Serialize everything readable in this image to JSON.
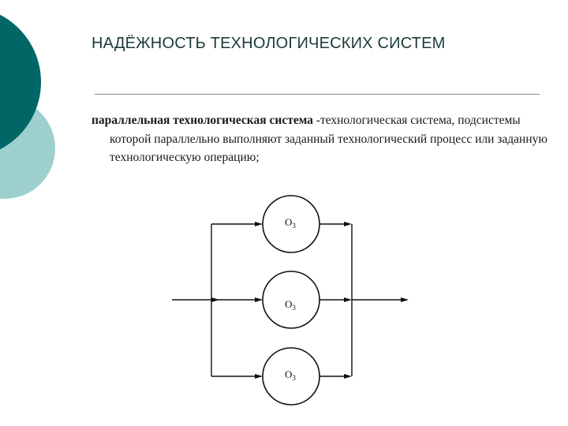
{
  "slide": {
    "title": "НАДЁЖНОСТЬ ТЕХНОЛОГИЧЕСКИХ СИСТЕМ",
    "definition": {
      "term": "параллельная технологическая система",
      "text": " -технологическая система, подсистемы которой параллельно выполняют заданный технологический процесс или заданную технологическую операцию;"
    }
  },
  "diagram": {
    "nodes": [
      {
        "label": "О",
        "sub": "3"
      },
      {
        "label": "О",
        "sub": "3"
      },
      {
        "label": "О",
        "sub": "3"
      }
    ]
  },
  "colors": {
    "accent_dark": "#006666",
    "accent_light": "#9dd0cf",
    "title_text": "#1b3a3a"
  }
}
